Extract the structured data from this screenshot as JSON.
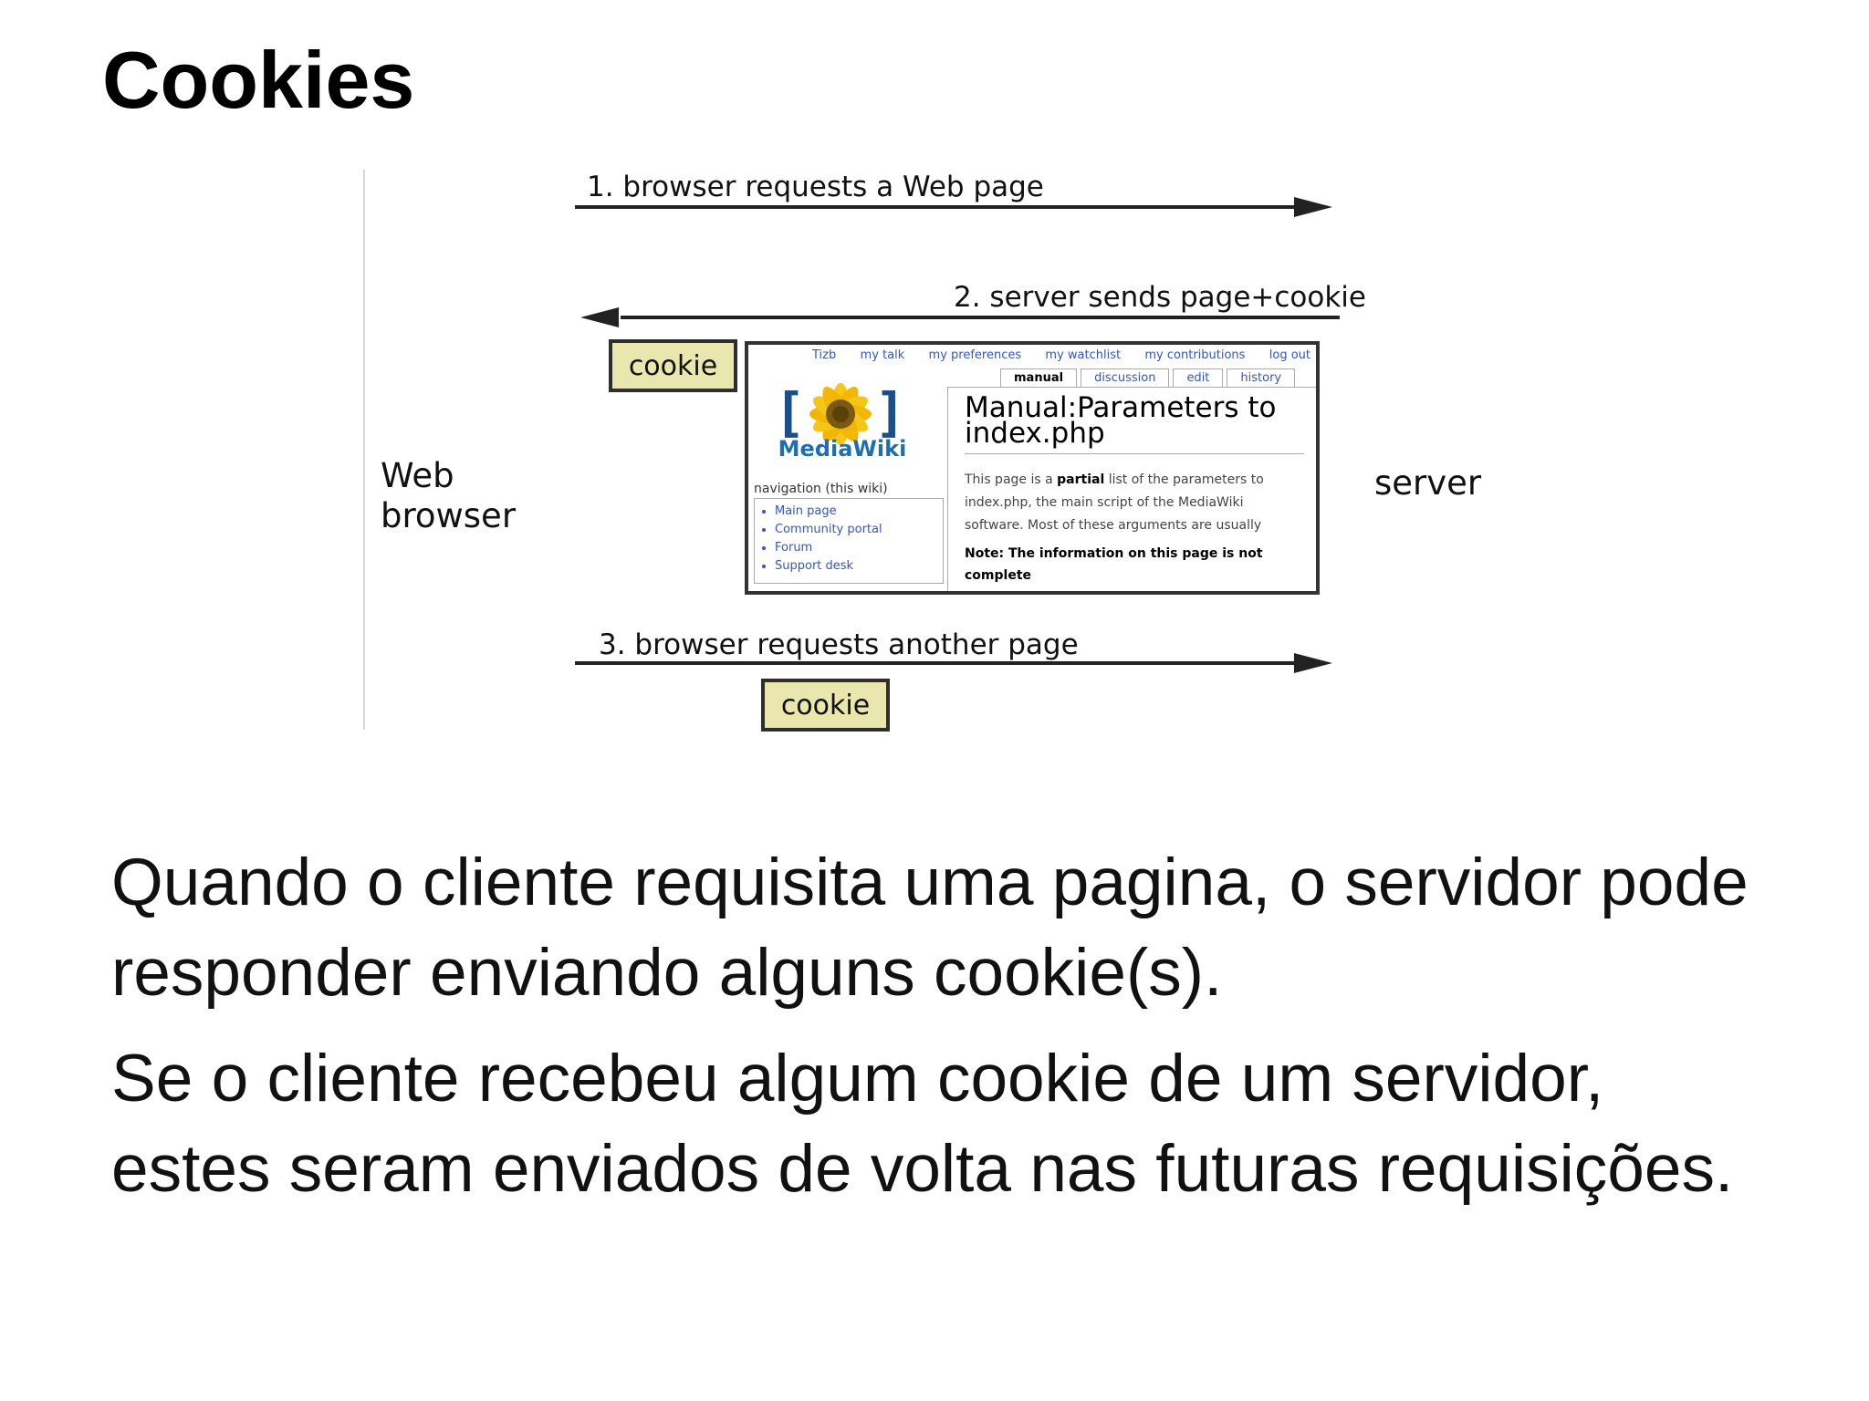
{
  "slide": {
    "title": "Cookies",
    "paragraphs": [
      "Quando o cliente requisita uma pagina, o servidor pode responder enviando alguns cookie(s).",
      "Se o cliente recebeu algum cookie de um servidor, estes seram enviados de volta nas futuras requisições."
    ]
  },
  "diagram": {
    "client_label": "Web browser",
    "server_label": "server",
    "steps": [
      "1. browser requests a Web page",
      "2. server sends page+cookie",
      "3. browser requests another page"
    ],
    "cookie_label": "cookie",
    "wiki_page": {
      "user_tools": [
        "Tizb",
        "my talk",
        "my preferences",
        "my watchlist",
        "my contributions",
        "log out"
      ],
      "tabs": [
        "manual",
        "discussion",
        "edit",
        "history"
      ],
      "brand": "MediaWiki",
      "nav_heading": "navigation (this wiki)",
      "nav_items": [
        "Main page",
        "Community portal",
        "Forum",
        "Support desk"
      ],
      "heading": "Manual:Parameters to index.php",
      "body_before": "This page is a",
      "body_bold": "partial",
      "body_after": "list of the parameters to index.php, the main script of the MediaWiki software. Most of these arguments are usually",
      "note": "Note: The information on this page is not complete"
    }
  }
}
